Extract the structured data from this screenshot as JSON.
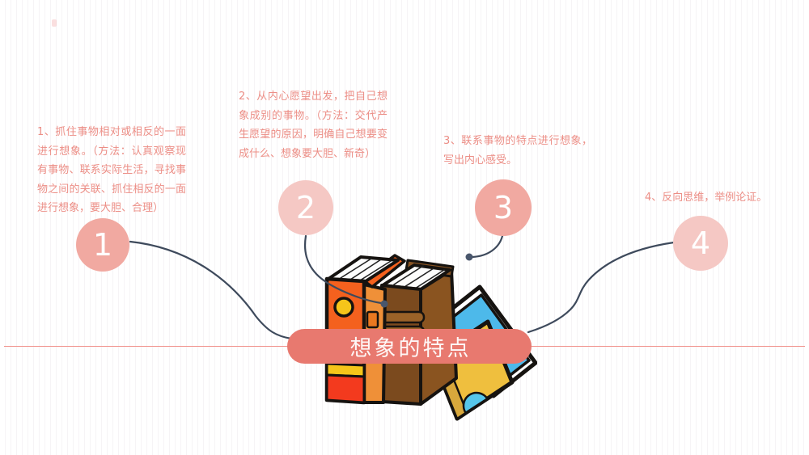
{
  "slide": {
    "banner": {
      "title": "想象的特点"
    },
    "points": [
      {
        "number": "1",
        "text": "1、抓住事物相对或相反的一面进行想象。（方法：认真观察现有事物、联系实际生活，寻找事物之间的关联、抓住相反的一面进行想象，要大胆、合理）"
      },
      {
        "number": "2",
        "text": "2、从内心愿望出发，把自己想象成别的事物。（方法：交代产生愿望的原因，明确自己想要变成什么、想象要大胆、新奇）"
      },
      {
        "number": "3",
        "text": "3、联系事物的特点进行想象，写出内心感受。"
      },
      {
        "number": "4",
        "text": "4、反向思维，举例论证。"
      }
    ],
    "colors": {
      "banner_accent": "#E8796F",
      "circle_salmon": "#F1A9A1",
      "circle_light_pink": "#F5C8C4",
      "body_text": "#EC8E86",
      "connector_line": "#3E4A5C",
      "divider_line": "#F0908A"
    },
    "illustration": {
      "name": "stack-of-books"
    }
  }
}
